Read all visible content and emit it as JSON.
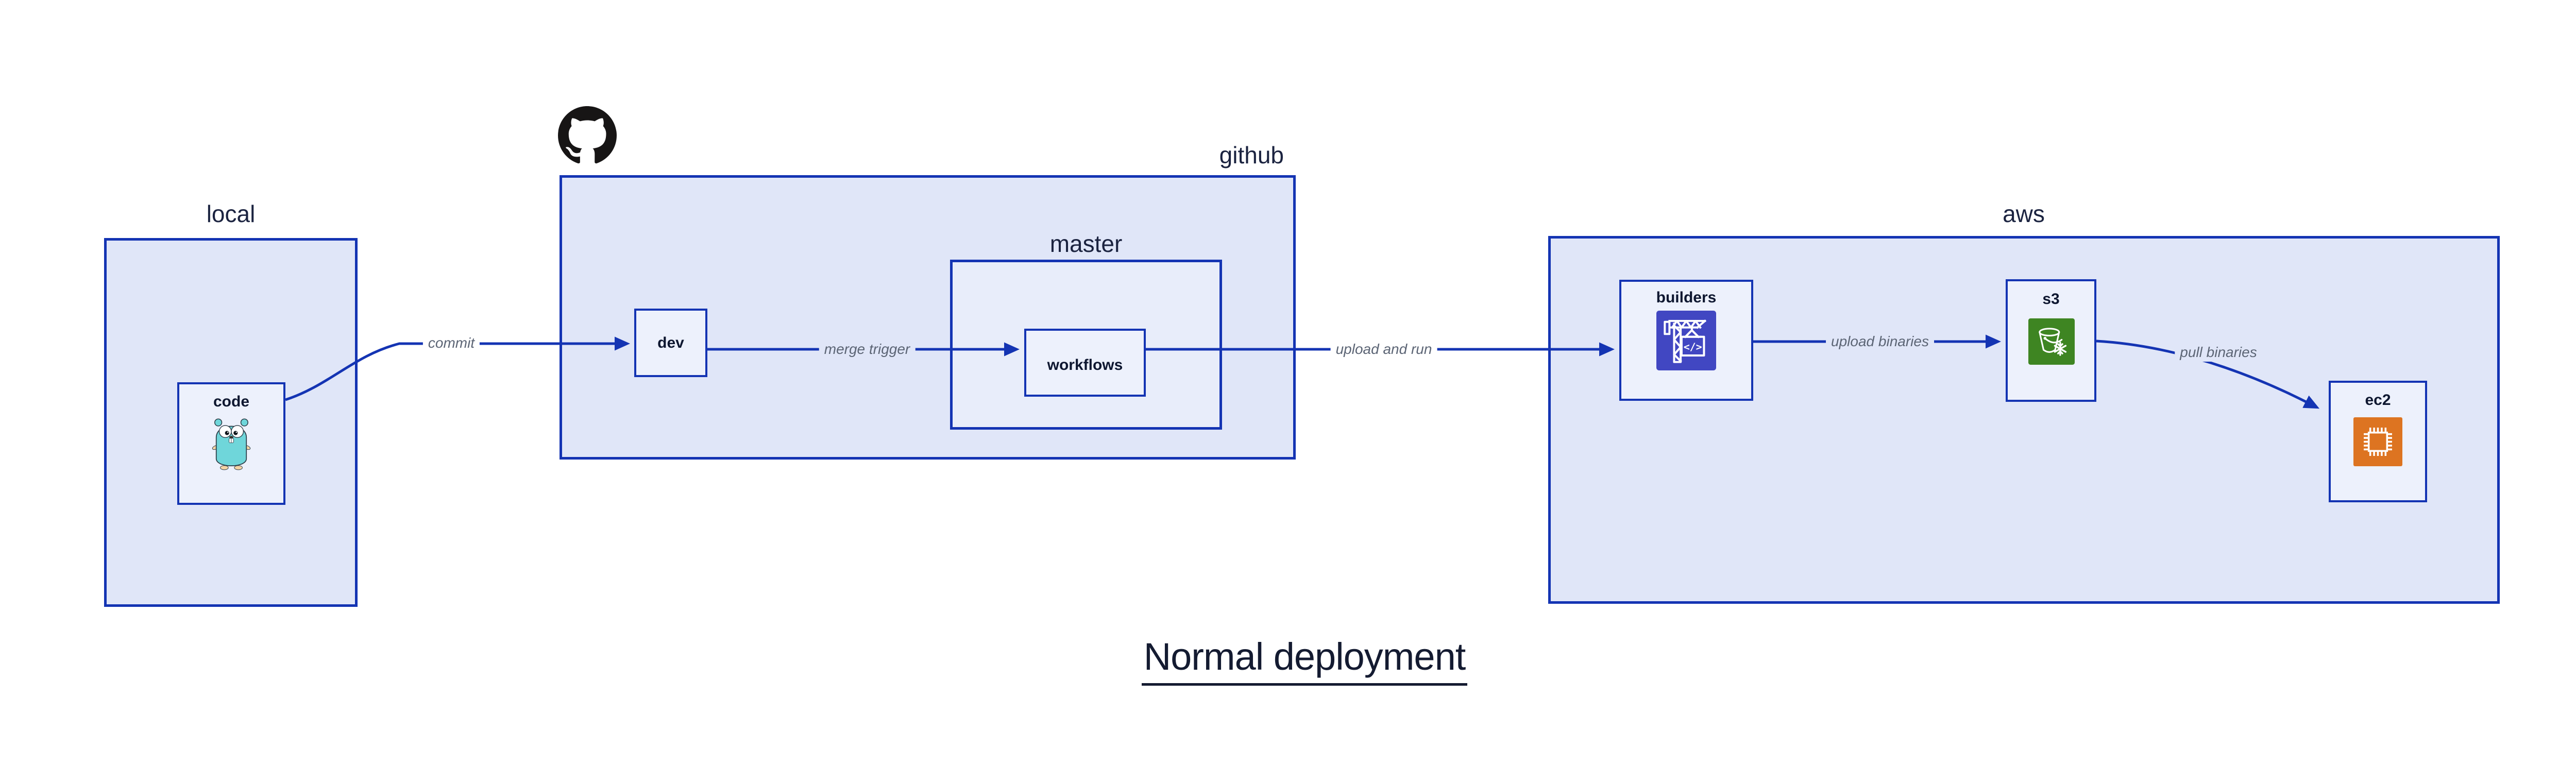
{
  "diagram_title": "Normal deployment",
  "sections": {
    "local": {
      "label": "local"
    },
    "github": {
      "label": "github"
    },
    "master": {
      "label": "master"
    },
    "aws": {
      "label": "aws"
    }
  },
  "nodes": {
    "code": {
      "label": "code",
      "icon": "go-gopher-icon"
    },
    "dev": {
      "label": "dev"
    },
    "workflows": {
      "label": "workflows"
    },
    "builders": {
      "label": "builders",
      "icon": "codebuild-crane-icon"
    },
    "s3": {
      "label": "s3",
      "icon": "s3-glacier-bucket-icon"
    },
    "ec2": {
      "label": "ec2",
      "icon": "ec2-chip-icon"
    }
  },
  "edges": {
    "commit": {
      "label": "commit"
    },
    "merge_trigger": {
      "label": "merge trigger"
    },
    "upload_and_run": {
      "label": "upload and run"
    },
    "upload_binaries": {
      "label": "upload binaries"
    },
    "pull_binaries": {
      "label": "pull binaries"
    }
  },
  "logos": {
    "github": "github-octocat-logo"
  },
  "colors": {
    "border_blue": "#1434b3",
    "arrow_blue": "#1434b3",
    "container_fill": "#e0e6f8",
    "master_fill": "#e8edfa",
    "node_fill": "#edf1fc",
    "edge_label_gray": "#5c6575",
    "text_navy": "#141b31",
    "codebuild_purple": "#4147c2",
    "s3_green": "#3e8522",
    "ec2_orange": "#dd7421",
    "gopher_teal": "#6fd6da",
    "github_black": "#171515"
  }
}
